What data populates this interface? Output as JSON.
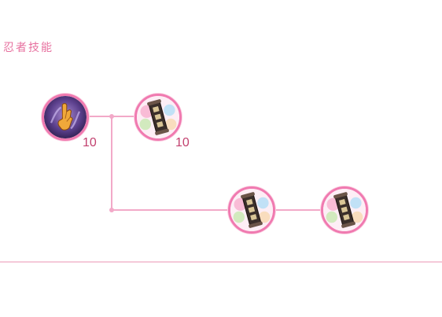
{
  "section": {
    "title": "忍者技能"
  },
  "skills": [
    {
      "id": "ninja-hand-seal",
      "icon": "hand-seal-icon",
      "level": "10"
    },
    {
      "id": "scroll-skill-a",
      "icon": "scroll-icon",
      "level": "10"
    },
    {
      "id": "scroll-skill-b",
      "icon": "scroll-icon",
      "level": ""
    },
    {
      "id": "scroll-skill-c",
      "icon": "scroll-icon",
      "level": ""
    }
  ],
  "colors": {
    "accent": "#e7709f",
    "ring": "#f07ab0",
    "connector": "#f2a9c8",
    "level_text": "#c2416f"
  }
}
